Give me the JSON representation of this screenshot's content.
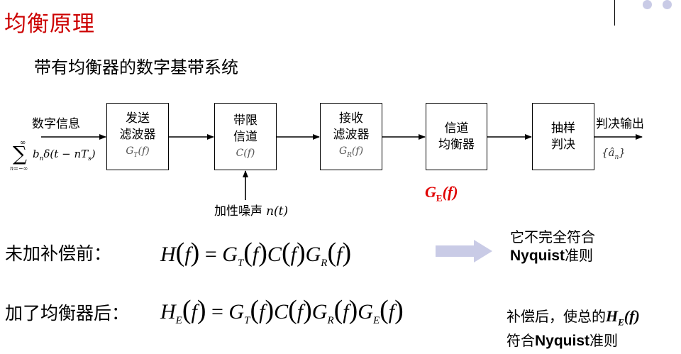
{
  "page": {
    "title": "均衡原理",
    "subtitle": "带有均衡器的数字基带系统"
  },
  "diagram": {
    "input_label": "数字信息",
    "input_formula": "Σ b_n δ(t − nT_s)",
    "sum_upper": "∞",
    "sum_lower": "n=−∞",
    "blocks": [
      {
        "line1": "发送",
        "line2": "滤波器",
        "tf": "G_T(f)"
      },
      {
        "line1": "带限",
        "line2": "信道",
        "tf": "C(f)"
      },
      {
        "line1": "接收",
        "line2": "滤波器",
        "tf": "G_R(f)"
      },
      {
        "line1": "信道",
        "line2": "均衡器",
        "tf": ""
      },
      {
        "line1": "抽样",
        "line2": "判决",
        "tf": ""
      }
    ],
    "noise_label": "加性噪声",
    "noise_var": "n(t)",
    "equalizer_label": "G_E(f)",
    "output_label": "判决输出",
    "output_symbol": "{â_n}"
  },
  "rows": [
    {
      "label": "未加补偿前：",
      "formula": "H(f) = G_T(f)C(f)G_R(f)",
      "note_line1": "它不完全符合",
      "note_line2_bold": "Nyquist",
      "note_line2_rest": "准则"
    },
    {
      "label": "加了均衡器后：",
      "formula": "H_E(f) = G_T(f)C(f)G_R(f)G_E(f)",
      "note_line1_pre": "补偿后，使总的",
      "note_line1_math": "H_E(f)",
      "note_line2_pre": "符合",
      "note_line2_bold": "Nyquist",
      "note_line2_rest": "准则"
    }
  ],
  "colors": {
    "title": "#cc0000",
    "equalizer_label": "#e00000",
    "arrow_hint": "#c9cbe6"
  }
}
